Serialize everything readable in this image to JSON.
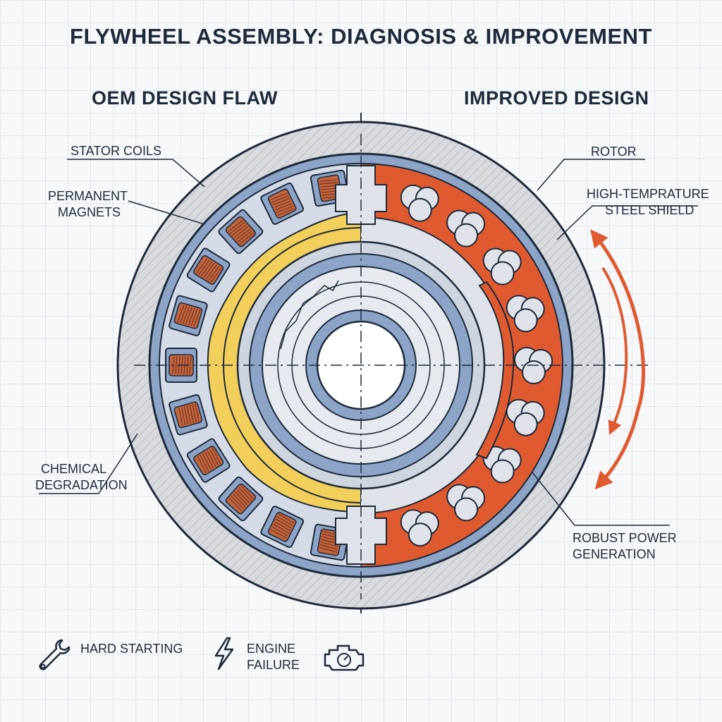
{
  "title": "FLYWHEEL ASSEMBLY: DIAGNOSIS & IMPROVEMENT",
  "left_heading": "OEM DESIGN FLAW",
  "right_heading": "IMPROVED DESIGN",
  "labels": {
    "stator_coils": "STATOR COILS",
    "permanent_magnets_1": "PERMANENT",
    "permanent_magnets_2": "MAGNETS",
    "chemical_degradation_1": "CHEMICAL",
    "chemical_degradation_2": "DEGRADATION",
    "rotor": "ROTOR",
    "steel_shield_1": "HIGH-TEMPRATURE",
    "steel_shield_2": "STEEL SHIELD",
    "robust_power_1": "ROBUST POWER",
    "robust_power_2": "GENERATION"
  },
  "symptoms": [
    {
      "icon": "wrench-icon",
      "label": "HARD STARTING"
    },
    {
      "icon": "lightning-icon",
      "label_1": "ENGINE",
      "label_2": "FAILURE"
    },
    {
      "icon": "engine-icon"
    }
  ],
  "colors": {
    "ink": "#1d2a3a",
    "steel_blue": "#8ca4c8",
    "degradation_yellow": "#f2cf5b",
    "coil_copper": "#c0653e",
    "improved_orange": "#e05a30",
    "housing_gray": "#d3d6da"
  }
}
